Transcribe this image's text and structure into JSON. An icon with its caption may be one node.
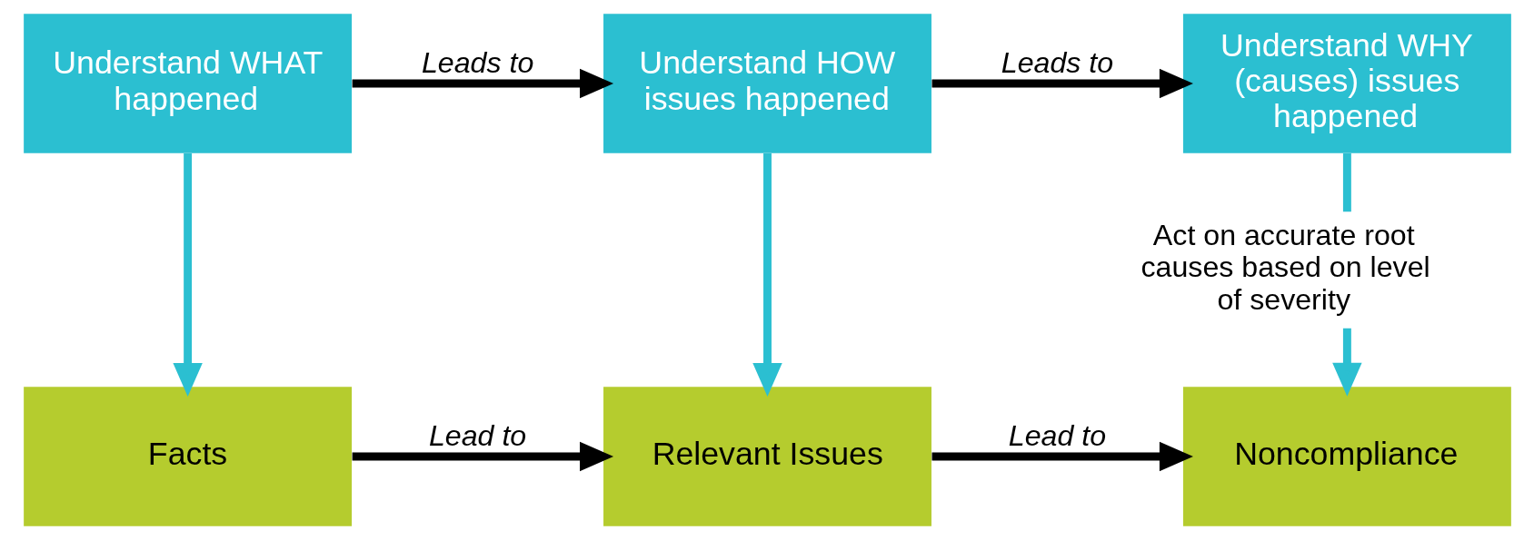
{
  "diagram": {
    "nodes": [
      {
        "text": [
          "Understand WHAT happened"
        ]
      },
      {
        "text": [
          "Understand HOW issues happened"
        ]
      },
      {
        "text": [
          "Understand WHY (causes) issues happened"
        ]
      },
      {
        "text": [
          "Facts"
        ]
      },
      {
        "text": [
          "Relevant Issues"
        ]
      },
      {
        "text": [
          "Noncompliance"
        ]
      }
    ],
    "edges": [
      {
        "from": 0,
        "to": 1,
        "arrow": "to",
        "label": "Leads to"
      },
      {
        "from": 1,
        "to": 2,
        "arrow": "to",
        "label": "Leads to"
      },
      {
        "from": 0,
        "to": 3,
        "arrow": "to",
        "color": "#2bbfd1"
      },
      {
        "from": 1,
        "to": 4,
        "arrow": "to",
        "color": "#2bbfd1"
      },
      {
        "from": 2,
        "to": 5,
        "arrow": "to",
        "label": "Act on accurate root causes based on level of severity",
        "color": "#2bbfd1"
      },
      {
        "from": 3,
        "to": 4,
        "arrow": "to",
        "label": "Lead to"
      },
      {
        "from": 4,
        "to": 5,
        "arrow": "to",
        "label": "Lead to"
      }
    ]
  }
}
